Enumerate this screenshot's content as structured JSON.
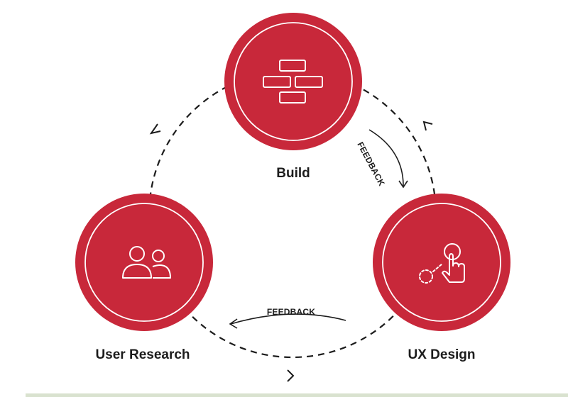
{
  "diagram": {
    "type": "cycle",
    "nodes": [
      {
        "id": "build",
        "label": "Build",
        "icon": "bricks-icon"
      },
      {
        "id": "ux-design",
        "label": "UX Design",
        "icon": "click-hand-icon"
      },
      {
        "id": "user-research",
        "label": "User Research",
        "icon": "users-icon"
      }
    ],
    "feedback_edges": [
      {
        "from": "build",
        "to": "ux-design",
        "label": "FEEDBACK"
      },
      {
        "from": "ux-design",
        "to": "user-research",
        "label": "FEEDBACK"
      }
    ],
    "colors": {
      "node_fill": "#C8283A",
      "node_ring": "#FFFFFF",
      "dashed_cycle": "#1C1C1C",
      "label_text": "#1C1C1C"
    }
  }
}
